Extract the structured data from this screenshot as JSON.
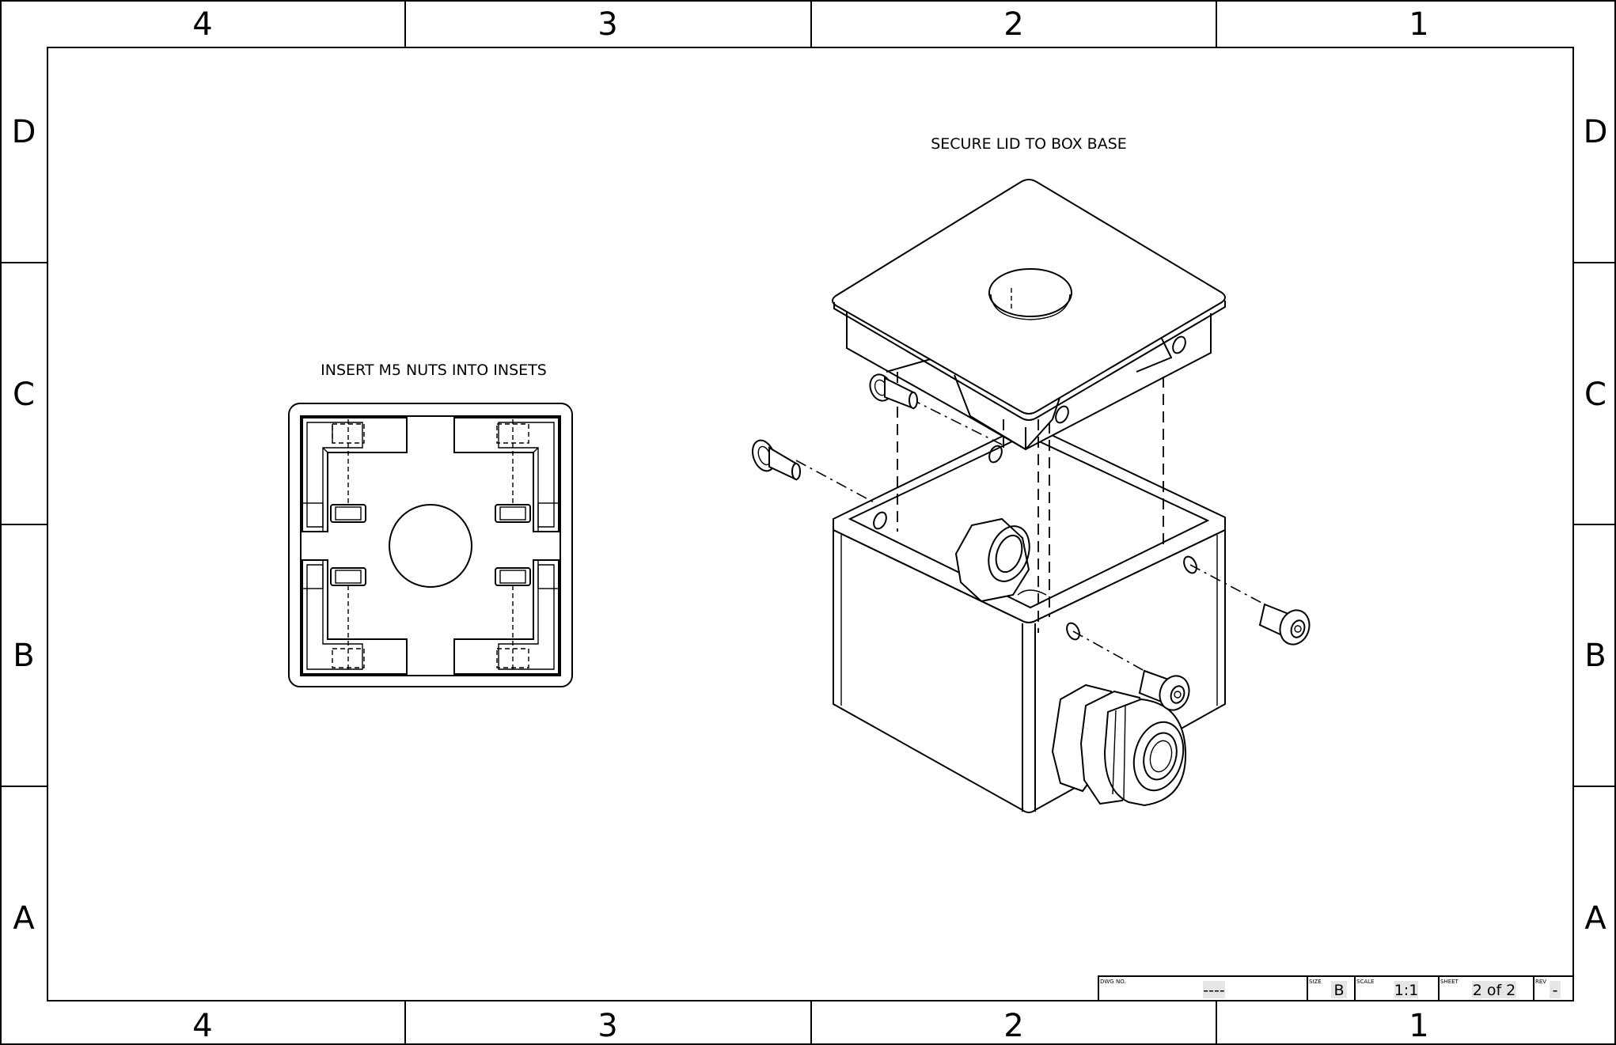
{
  "sheet": {
    "columns": [
      "4",
      "3",
      "2",
      "1"
    ],
    "rows": [
      "D",
      "C",
      "B",
      "A"
    ]
  },
  "views": {
    "left_note": "INSERT M5 NUTS INTO INSETS",
    "right_note": "SECURE LID TO BOX BASE"
  },
  "title_block": {
    "dwg_no_label": "DWG NO.",
    "dwg_no": "----",
    "size_label": "SIZE",
    "size": "B",
    "scale_label": "SCALE",
    "scale": "1:1",
    "sheet_label": "SHEET",
    "sheet": "2 of 2",
    "rev_label": "REV",
    "rev": "-"
  }
}
